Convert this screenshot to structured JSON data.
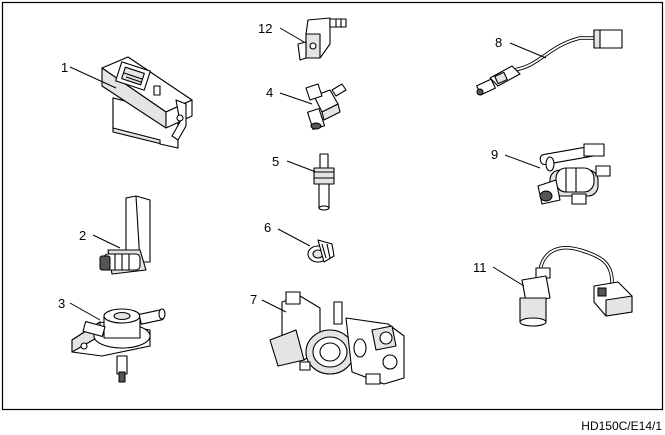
{
  "diagram": {
    "reference": "HD150C/E14/1",
    "callouts": [
      "1",
      "2",
      "3",
      "4",
      "5",
      "6",
      "7",
      "8",
      "9",
      "11",
      "12"
    ]
  }
}
